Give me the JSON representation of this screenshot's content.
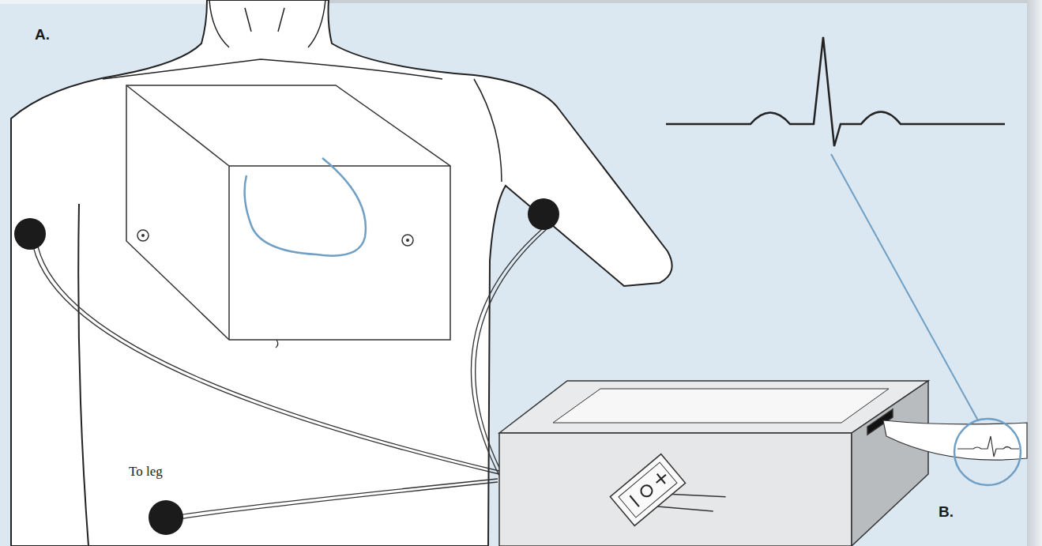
{
  "diagram": {
    "labels": [
      "A.",
      "To leg",
      "B."
    ]
  }
}
